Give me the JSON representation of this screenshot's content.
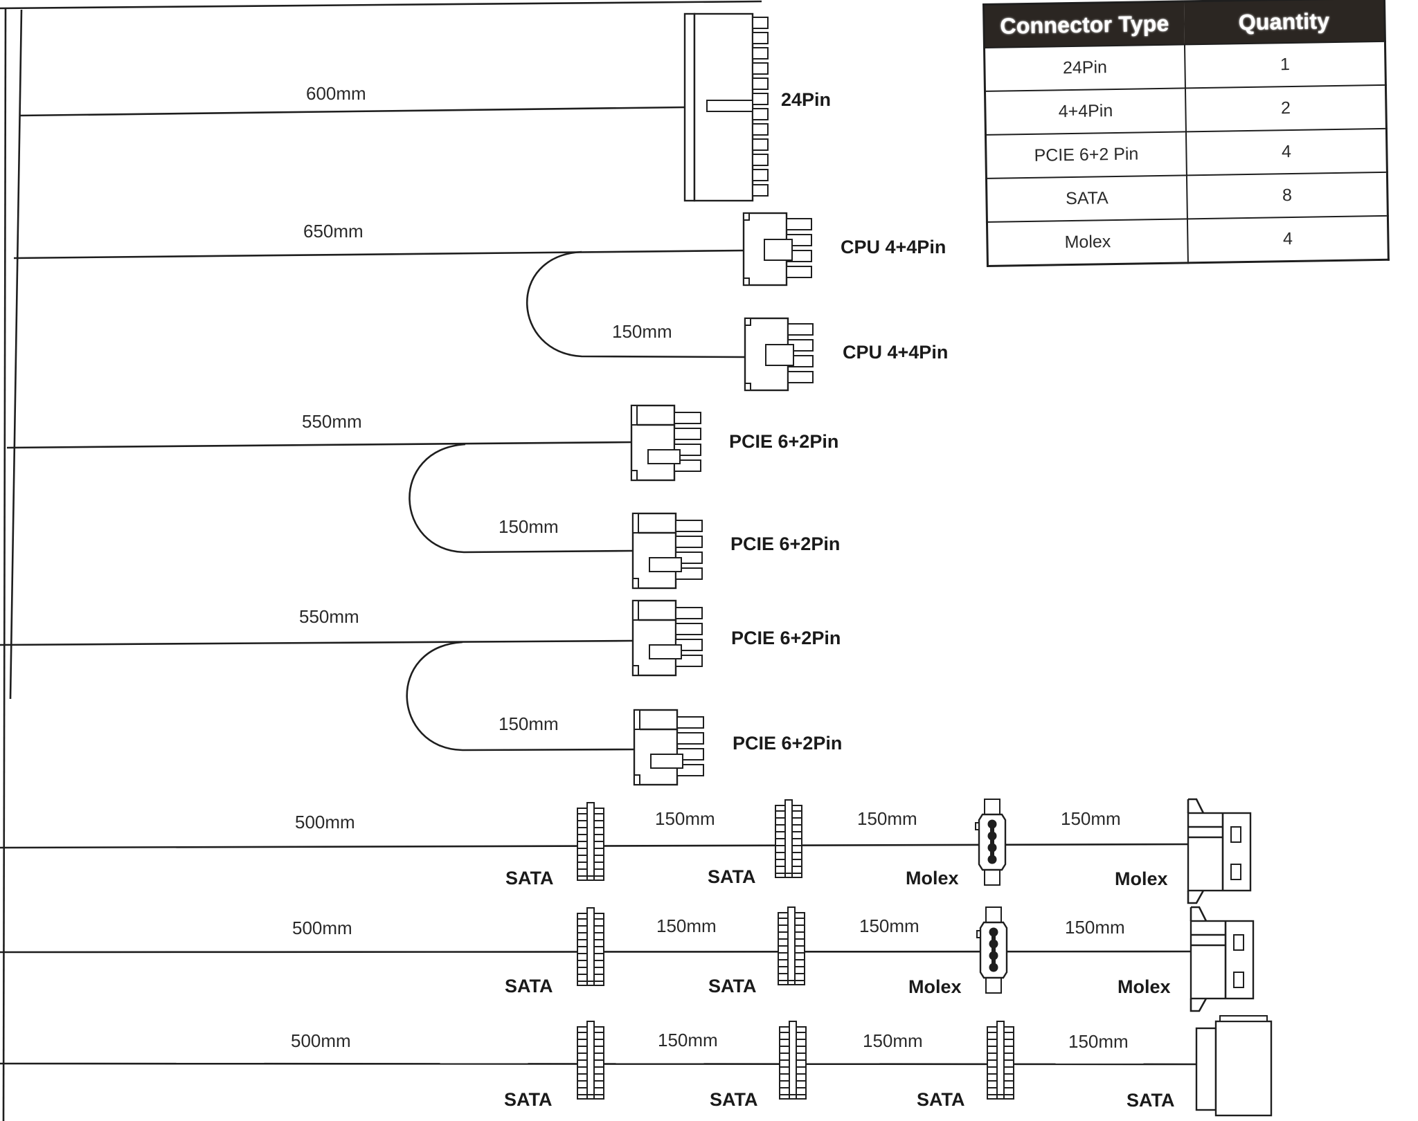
{
  "table": {
    "headers": [
      "Connector Type",
      "Quantity"
    ],
    "rows": [
      {
        "type": "24Pin",
        "quantity": "1"
      },
      {
        "type": "4+4Pin",
        "quantity": "2"
      },
      {
        "type": "PCIE 6+2 Pin",
        "quantity": "4"
      },
      {
        "type": "SATA",
        "quantity": "8"
      },
      {
        "type": "Molex",
        "quantity": "4"
      }
    ]
  },
  "cables": {
    "atx": {
      "length": "600mm",
      "connector": "24Pin"
    },
    "cpu": {
      "length": "650mm",
      "second_length": "150mm",
      "connectors": [
        "CPU 4+4Pin",
        "CPU 4+4Pin"
      ]
    },
    "pcie_a": {
      "length": "550mm",
      "second_length": "150mm",
      "connectors": [
        "PCIE 6+2Pin",
        "PCIE 6+2Pin"
      ]
    },
    "pcie_b": {
      "length": "550mm",
      "second_length": "150mm",
      "connectors": [
        "PCIE 6+2Pin",
        "PCIE 6+2Pin"
      ]
    },
    "periph_1": {
      "lengths": [
        "500mm",
        "150mm",
        "150mm",
        "150mm"
      ],
      "connectors": [
        "SATA",
        "SATA",
        "Molex",
        "Molex"
      ]
    },
    "periph_2": {
      "lengths": [
        "500mm",
        "150mm",
        "150mm",
        "150mm"
      ],
      "connectors": [
        "SATA",
        "SATA",
        "Molex",
        "Molex"
      ]
    },
    "periph_3": {
      "lengths": [
        "500mm",
        "150mm",
        "150mm",
        "150mm"
      ],
      "connectors": [
        "SATA",
        "SATA",
        "SATA",
        "SATA"
      ]
    }
  },
  "colors": {
    "line": "#1e1e1e",
    "table_header_bg": "#2b2622",
    "background": "#ffffff"
  }
}
